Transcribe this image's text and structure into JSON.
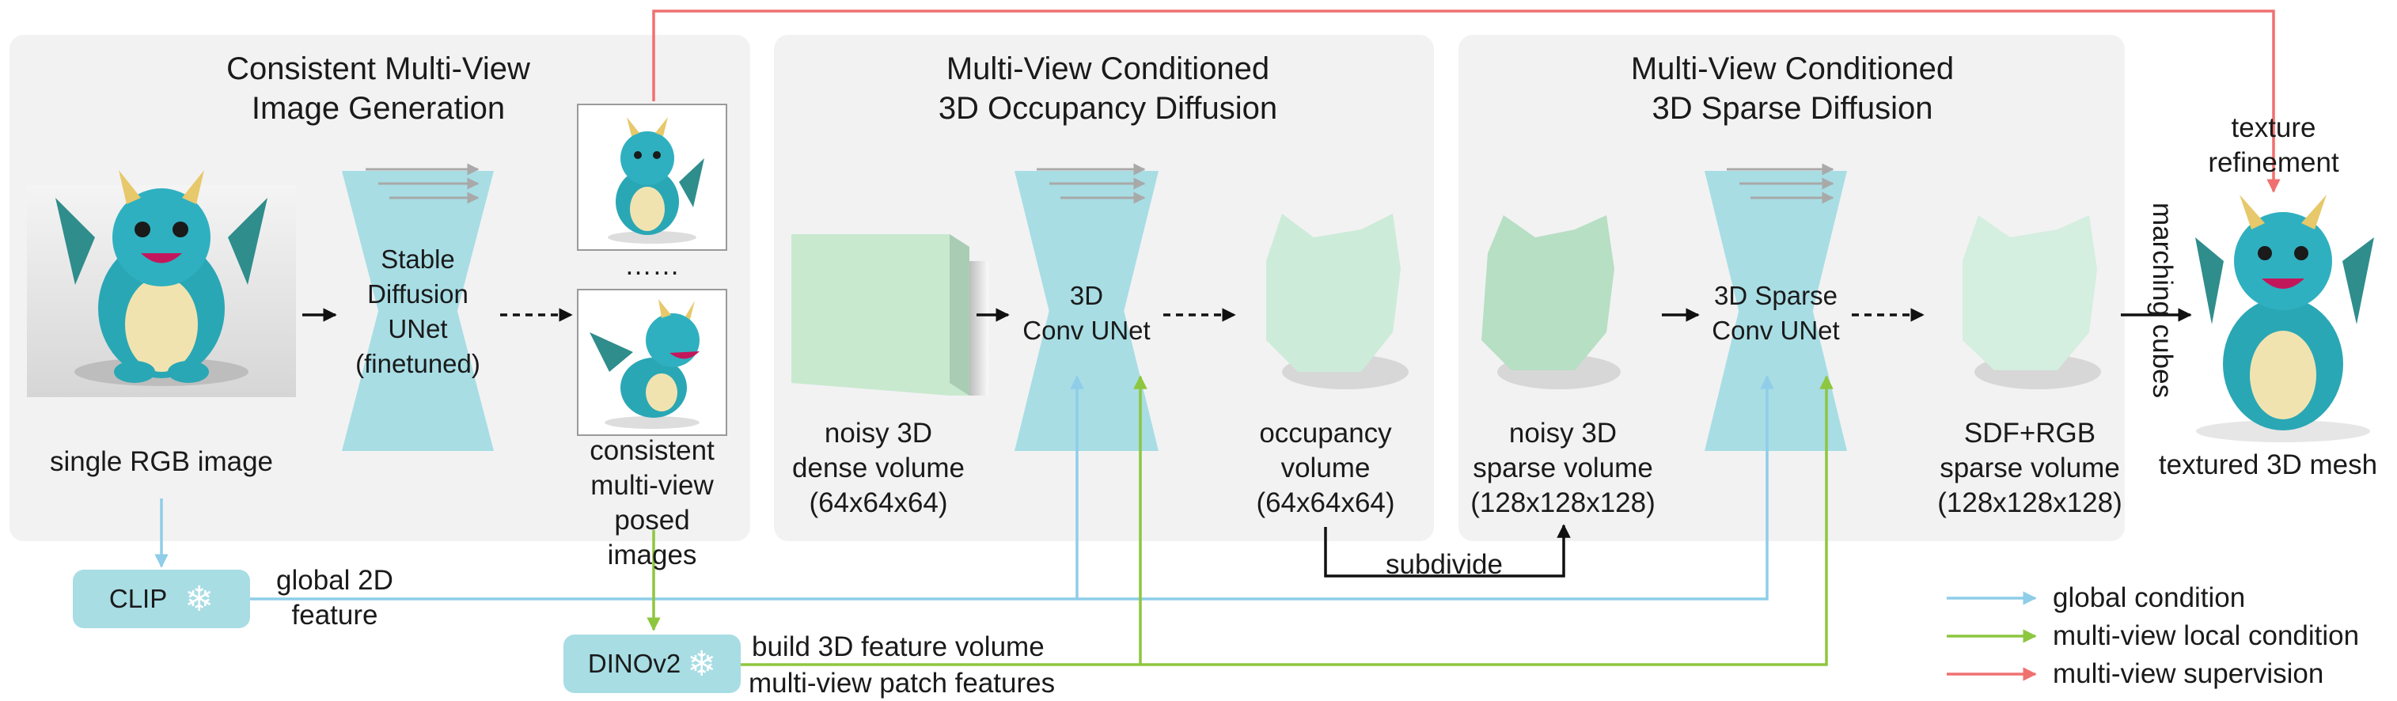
{
  "panels": {
    "image_gen": "Consistent Multi-View\nImage Generation",
    "occupancy": "Multi-View Conditioned\n3D Occupancy Diffusion",
    "sparse": "Multi-View Conditioned\n3D Sparse Diffusion"
  },
  "unets": {
    "sd": "Stable\nDiffusion\nUNet\n(finetuned)",
    "conv": "3D\nConv UNet",
    "sparse_conv": "3D Sparse\nConv UNet"
  },
  "labels": {
    "input": "single RGB image",
    "mv_images": "consistent\nmulti-view\nposed images",
    "ellipsis": "……",
    "noisy_dense": "noisy 3D\ndense volume\n(64x64x64)",
    "occupancy": "occupancy\nvolume\n(64x64x64)",
    "noisy_sparse": "noisy 3D\nsparse volume\n(128x128x128)",
    "sdf_rgb": "SDF+RGB\nsparse volume\n(128x128x128)",
    "marching": "marching cubes",
    "texture": "texture\nrefinement",
    "mesh": "textured 3D mesh",
    "subdivide": "subdivide",
    "global2d": "global 2D\nfeature",
    "build3d": "build 3D feature volume",
    "patch": "multi-view patch features"
  },
  "encoders": {
    "clip": "CLIP",
    "dino": "DINOv2",
    "snowflake_icon": "❄"
  },
  "legend": [
    {
      "label": "global condition",
      "color": "#8fcde8"
    },
    {
      "label": "multi-view local condition",
      "color": "#8dc63f"
    },
    {
      "label": "multi-view supervision",
      "color": "#f07070"
    }
  ],
  "colors": {
    "panel": "#f2f2f3",
    "unet": "#a8dde4",
    "global": "#8fcde8",
    "local": "#8dc63f",
    "supervision": "#f07070"
  }
}
